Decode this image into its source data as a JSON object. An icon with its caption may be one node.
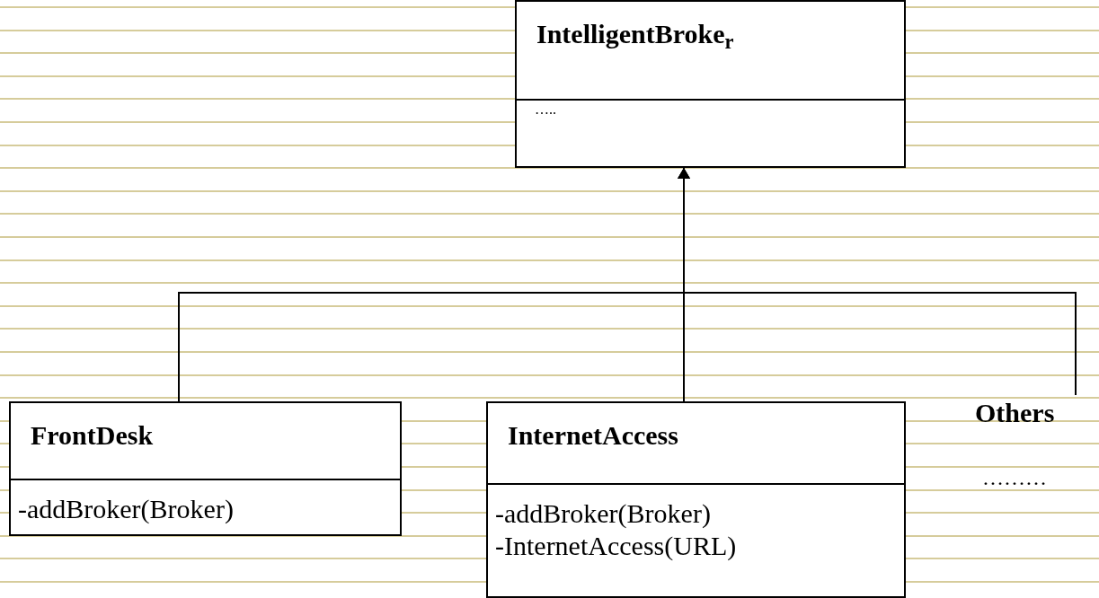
{
  "diagram": {
    "nodes": [
      {
        "text": [
          "IntelligentBroke$_{r}$",
          "….."
        ]
      },
      {
        "text": [
          "FrontDesk",
          "-addBroker(Broker)"
        ]
      },
      {
        "text": [
          "InternetAccess",
          "-addBroker(Broker) -InternetAccess(URL)"
        ]
      },
      {
        "text": [
          "Others"
        ],
        "beside": [
          "………"
        ]
      }
    ],
    "edges": [
      {
        "from": 1,
        "to": 0,
        "arrow": "to"
      },
      {
        "from": 2,
        "to": 0,
        "arrow": "to"
      },
      {
        "from": 3,
        "to": 0,
        "arrow": "to"
      }
    ]
  }
}
